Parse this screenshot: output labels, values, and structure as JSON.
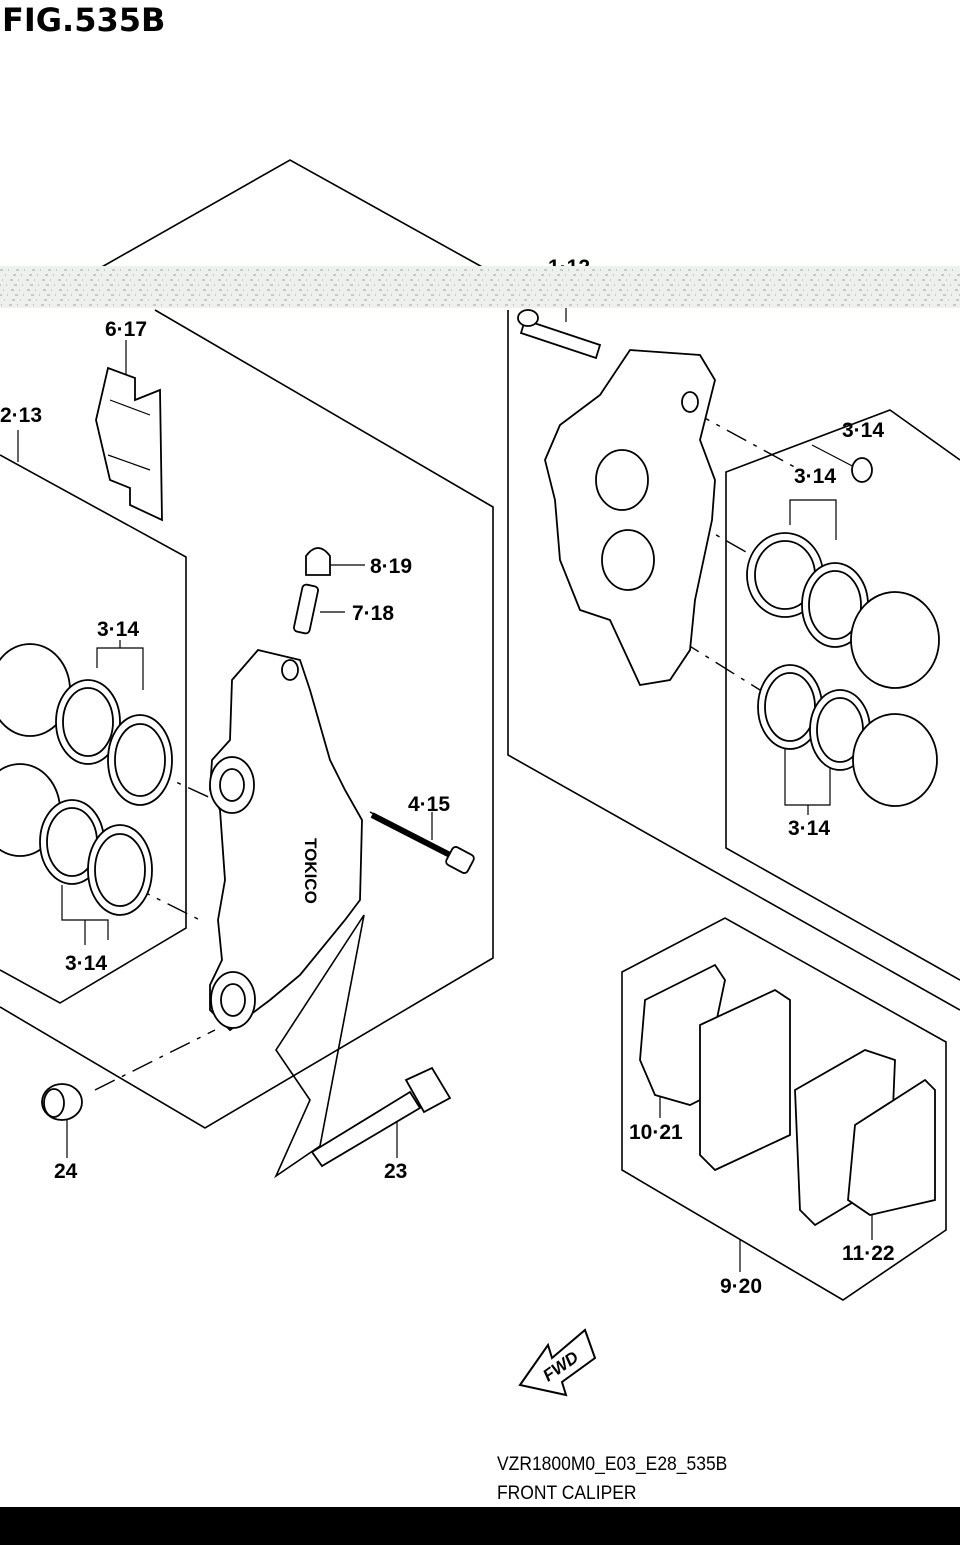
{
  "figure": {
    "title": "FIG.535B",
    "code": "VZR1800M0_E03_E28_535B",
    "caption": "FRONT CALIPER",
    "caliper_brand_text": "TOKICO",
    "fwd_arrow_label": "FWD"
  },
  "callouts": {
    "c1_12": "1·12",
    "c2_13": "2·13",
    "c3_14_top_right": "3·14",
    "c3_14_right_upper": "3·14",
    "c3_14_right_lower": "3·14",
    "c3_14_left_upper": "3·14",
    "c3_14_left_lower": "3·14",
    "c4_15": "4·15",
    "c6_17": "6·17",
    "c7_18": "7·18",
    "c8_19": "8·19",
    "c9_20": "9·20",
    "c10_21": "10·21",
    "c11_22": "11·22",
    "c23": "23",
    "c24": "24"
  }
}
